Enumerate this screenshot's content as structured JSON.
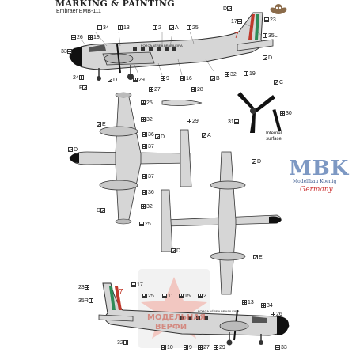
{
  "header": {
    "title": "MARKING & PAINTING",
    "subtitle": "Embraer EMB-111"
  },
  "aircraft_text": {
    "fuselage_marking": "FORÇA AÉREA BRASILEIRA",
    "tail_number": "7"
  },
  "internal_surface_note": "Internal\nsurface",
  "logo": {
    "brand": "MBK",
    "tagline": "Modellbau Koenig",
    "country": "Germany",
    "emblem": "owl-icon"
  },
  "watermark": {
    "text_line1": "МОДЕЛЬНАЯ",
    "text_line2": "ВЕРФИ",
    "emblem": "star-emblem-icon"
  },
  "callouts": {
    "side_top": [
      "17",
      "D",
      "23",
      "26",
      "18",
      "34",
      "13",
      "2",
      "A",
      "25",
      "35L",
      "33",
      "D",
      "24",
      "F",
      "D",
      "29",
      "9",
      "16",
      "B",
      "32",
      "19",
      "27"
    ],
    "plan": [
      "25",
      "28",
      "E",
      "32",
      "36",
      "D",
      "37",
      "29",
      "37",
      "36",
      "A",
      "D",
      "25",
      "D",
      "D",
      "E"
    ],
    "prop": [
      "C",
      "31",
      "30"
    ],
    "side_bottom": [
      "23",
      "17",
      "35R",
      "25",
      "11",
      "15",
      "2",
      "13",
      "34",
      "26",
      "32",
      "10",
      "9",
      "27",
      "29",
      "33"
    ]
  },
  "colors": {
    "aircraft_grey": "#d6d6d6",
    "outline": "#333333",
    "nose_black": "#111111",
    "stripe_red": "#c0392b",
    "logo_blue": "#7d98c3",
    "germany_red": "#cc3333"
  }
}
